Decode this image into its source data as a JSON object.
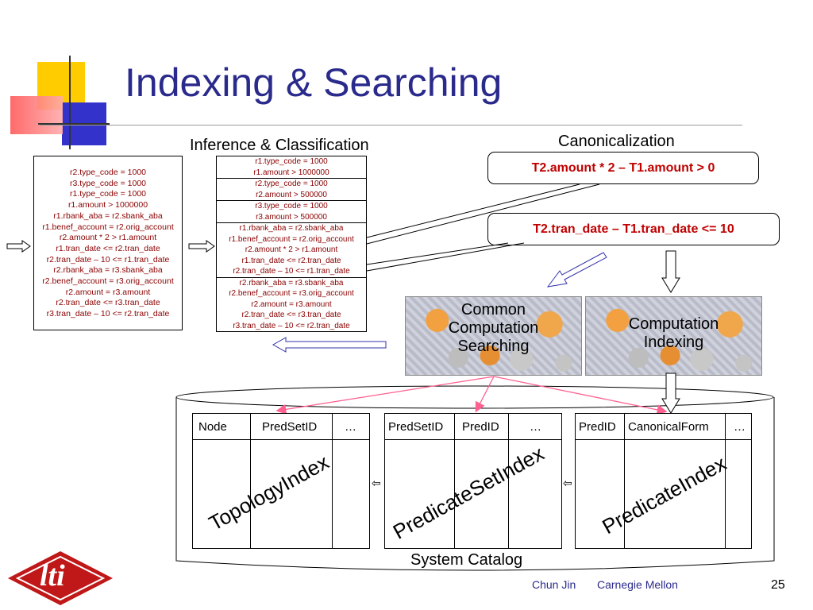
{
  "slide": {
    "title": "Indexing & Searching",
    "page_number": "25",
    "footer": {
      "author": "Chun Jin",
      "org": "Carnegie Mellon"
    }
  },
  "labels": {
    "inference": "Inference & Classification",
    "canonicalization": "Canonicalization",
    "system_catalog": "System Catalog"
  },
  "left_box": [
    "r2.type_code = 1000",
    "r3.type_code = 1000",
    "r1.type_code = 1000",
    "r1.amount > 1000000",
    "r1.rbank_aba = r2.sbank_aba",
    "r1.benef_account = r2.orig_account",
    "r2.amount * 2 > r1.amount",
    "r1.tran_date <= r2.tran_date",
    "r2.tran_date – 10 <= r1.tran_date",
    "r2.rbank_aba = r3.sbank_aba",
    "r2.benef_account = r3.orig_account",
    "r2.amount = r3.amount",
    "r2.tran_date <= r3.tran_date",
    "r3.tran_date – 10 <= r2.tran_date"
  ],
  "mid_box": [
    [
      "r1.type_code = 1000",
      "r1.amount > 1000000"
    ],
    [
      "r2.type_code = 1000",
      "r2.amount > 500000"
    ],
    [
      "r3.type_code = 1000",
      "r3.amount > 500000"
    ],
    [
      "r1.rbank_aba = r2.sbank_aba",
      "r1.benef_account = r2.orig_account",
      "r2.amount * 2 > r1.amount",
      "r1.tran_date <= r2.tran_date",
      "r2.tran_date – 10 <= r1.tran_date"
    ],
    [
      "r2.rbank_aba = r3.sbank_aba",
      "r2.benef_account = r3.orig_account",
      "r2.amount = r3.amount",
      "r2.tran_date <= r3.tran_date",
      "r3.tran_date – 10 <= r2.tran_date"
    ]
  ],
  "callouts": {
    "c1": "T2.amount * 2 – T1.amount > 0",
    "c2": "T2.tran_date – T1.tran_date <= 10"
  },
  "gears": {
    "left": [
      "Common",
      "Computation",
      "Searching"
    ],
    "right": [
      "Computation",
      "Indexing"
    ]
  },
  "tables": {
    "topology": {
      "headers": [
        "Node",
        "PredSetID",
        "…"
      ],
      "name": "TopologyIndex"
    },
    "predset": {
      "headers": [
        "PredSetID",
        "PredID",
        "…"
      ],
      "name": "PredicateSetIndex"
    },
    "pred": {
      "headers": [
        "PredID",
        "CanonicalForm",
        "…"
      ],
      "name": "PredicateIndex"
    }
  },
  "small_arrows": [
    "⇦",
    "⇦"
  ],
  "logo": {
    "text": "lti"
  },
  "colors": {
    "title": "#2a2a8c",
    "callout_text": "#c00000",
    "small_text": "#8b0000",
    "pink_arrows": "#ff6090"
  }
}
